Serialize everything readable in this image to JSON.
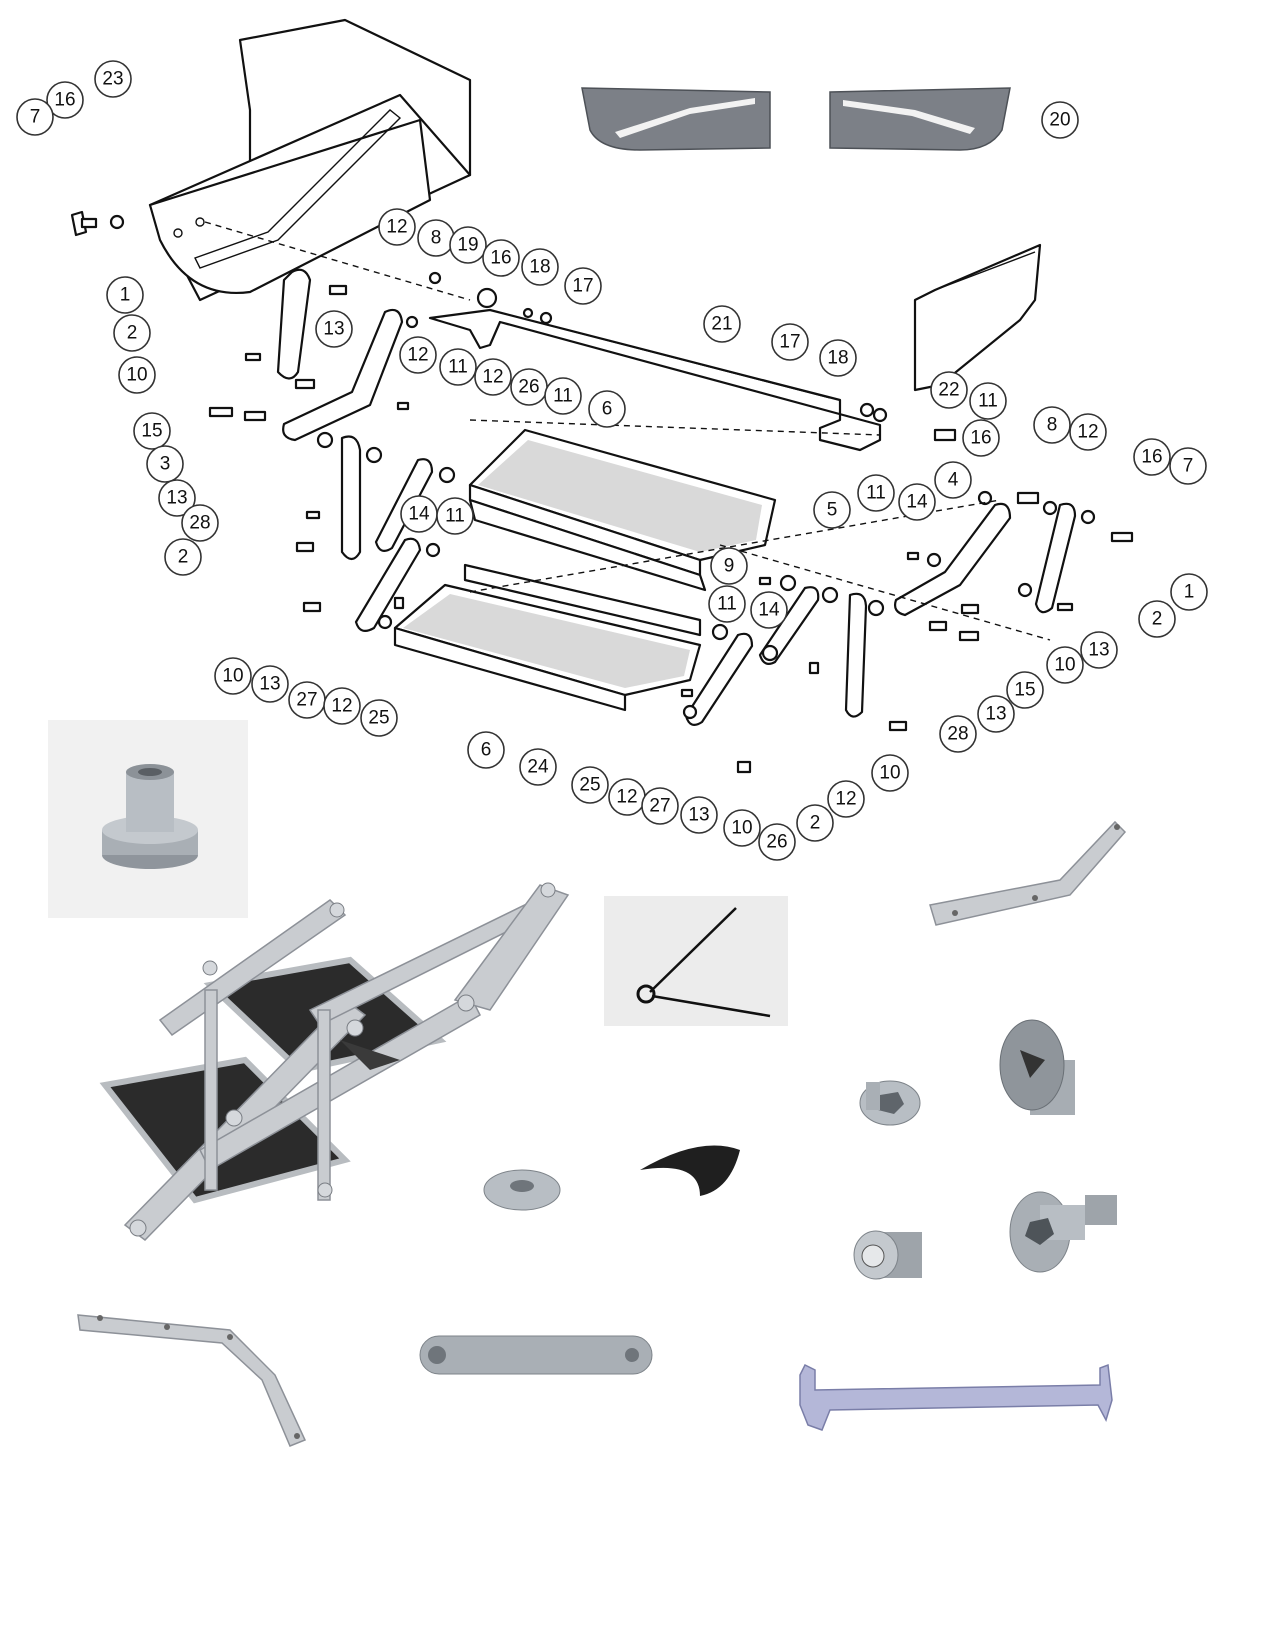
{
  "diagram": {
    "callouts": [
      {
        "label": "23"
      },
      {
        "label": "16"
      },
      {
        "label": "7"
      },
      {
        "label": "12"
      },
      {
        "label": "8"
      },
      {
        "label": "19"
      },
      {
        "label": "16"
      },
      {
        "label": "18"
      },
      {
        "label": "17"
      },
      {
        "label": "20"
      },
      {
        "label": "1"
      },
      {
        "label": "2"
      },
      {
        "label": "13"
      },
      {
        "label": "21"
      },
      {
        "label": "10"
      },
      {
        "label": "12"
      },
      {
        "label": "11"
      },
      {
        "label": "17"
      },
      {
        "label": "18"
      },
      {
        "label": "15"
      },
      {
        "label": "12"
      },
      {
        "label": "26"
      },
      {
        "label": "11"
      },
      {
        "label": "6"
      },
      {
        "label": "22"
      },
      {
        "label": "11"
      },
      {
        "label": "3"
      },
      {
        "label": "16"
      },
      {
        "label": "8"
      },
      {
        "label": "12"
      },
      {
        "label": "13"
      },
      {
        "label": "16"
      },
      {
        "label": "7"
      },
      {
        "label": "11"
      },
      {
        "label": "14"
      },
      {
        "label": "4"
      },
      {
        "label": "5"
      },
      {
        "label": "28"
      },
      {
        "label": "14"
      },
      {
        "label": "11"
      },
      {
        "label": "2"
      },
      {
        "label": "9"
      },
      {
        "label": "1"
      },
      {
        "label": "11"
      },
      {
        "label": "14"
      },
      {
        "label": "2"
      },
      {
        "label": "13"
      },
      {
        "label": "10"
      },
      {
        "label": "15"
      },
      {
        "label": "10"
      },
      {
        "label": "13"
      },
      {
        "label": "27"
      },
      {
        "label": "12"
      },
      {
        "label": "25"
      },
      {
        "label": "13"
      },
      {
        "label": "28"
      },
      {
        "label": "6"
      },
      {
        "label": "24"
      },
      {
        "label": "25"
      },
      {
        "label": "12"
      },
      {
        "label": "27"
      },
      {
        "label": "13"
      },
      {
        "label": "10"
      },
      {
        "label": "26"
      },
      {
        "label": "2"
      },
      {
        "label": "12"
      },
      {
        "label": "10"
      }
    ]
  },
  "icons": [
    "rivet-nut-photo",
    "folding-step-photo",
    "torsion-spring-photo",
    "bracket-photo",
    "washer-photo",
    "spring-washer-photo",
    "hex-bolt-photo",
    "shoulder-bolt-photo",
    "ball-plunger-photo",
    "link-bar-photo",
    "cross-bar-photo"
  ],
  "colors": {
    "ink": "#111111",
    "metal": "#c9ccd0",
    "tread": "#2b2b2b"
  }
}
